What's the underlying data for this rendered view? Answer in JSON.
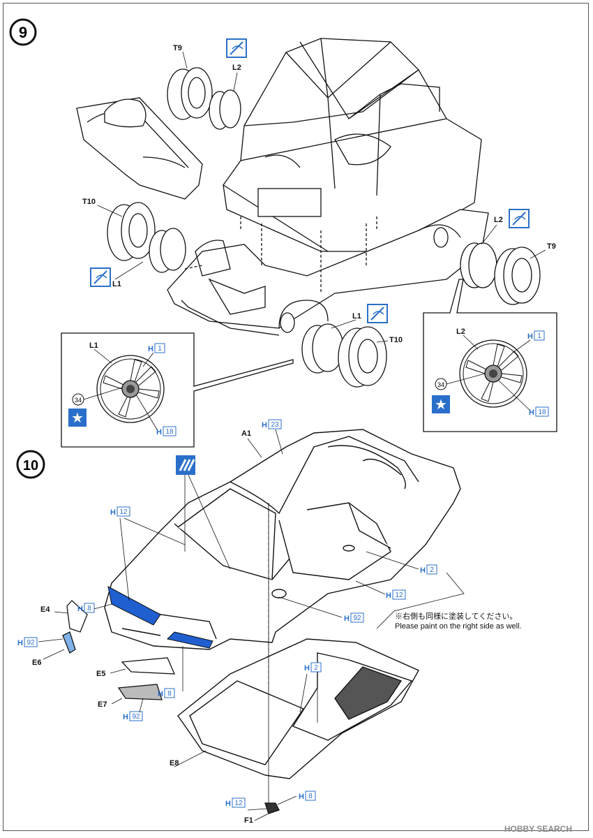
{
  "steps": {
    "step9": "9",
    "step10": "10"
  },
  "parts": {
    "t9_top": "T9",
    "l2_top": "L2",
    "t10_left": "T10",
    "l1_left": "L1",
    "l2_right": "L2",
    "t9_right": "T9",
    "l1_mid": "L1",
    "t10_mid": "T10",
    "a1": "A1",
    "e4": "E4",
    "e6": "E6",
    "e5": "E5",
    "e7": "E7",
    "e8": "E8",
    "f1": "F1"
  },
  "detail_left": {
    "part": "L1",
    "paint_h": "H",
    "paint_n": "1",
    "num": "34",
    "h2": "H",
    "h2n": "18"
  },
  "detail_right": {
    "part": "L2",
    "paint_h": "H",
    "paint_n": "1",
    "num": "34",
    "h2": "H",
    "h2n": "18"
  },
  "paints": {
    "h23": {
      "h": "H",
      "n": "23"
    },
    "h12a": {
      "h": "H",
      "n": "12"
    },
    "h2a": {
      "h": "H",
      "n": "2"
    },
    "h12b": {
      "h": "H",
      "n": "12"
    },
    "h92a": {
      "h": "H",
      "n": "92"
    },
    "h8a": {
      "h": "H",
      "n": "8"
    },
    "h92b": {
      "h": "H",
      "n": "92"
    },
    "h8b": {
      "h": "H",
      "n": "8"
    },
    "h92c": {
      "h": "H",
      "n": "92"
    },
    "h2b": {
      "h": "H",
      "n": "2"
    },
    "h12c": {
      "h": "H",
      "n": "12"
    },
    "h8c": {
      "h": "H",
      "n": "8"
    }
  },
  "note_jp": "※右側も同様に塗装してください。",
  "note_en": "Please paint on the right side as well.",
  "watermark": "HOBBY SEARCH",
  "colors": {
    "paint_blue": "#2a6fc9",
    "highlight_blue": "#1f5fd0",
    "line": "#111111"
  }
}
